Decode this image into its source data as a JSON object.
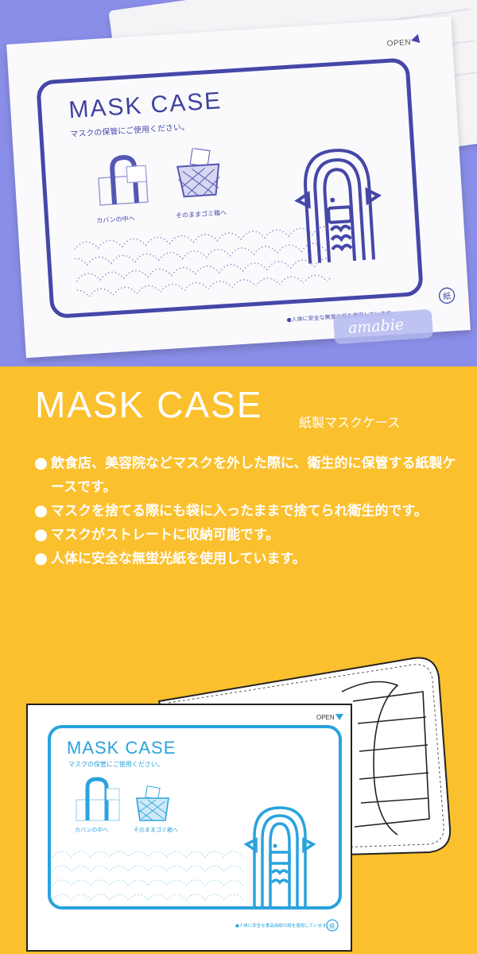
{
  "photo": {
    "envelope_title": "MASK CASE",
    "envelope_subtitle": "マスクの保管にご使用ください。",
    "caption_bag": "カバンの中へ",
    "caption_trash": "そのままゴミ箱へ",
    "open_label": "OPEN",
    "notice": "●人体に安全な無蛍光紙を使用しています。",
    "recycle_mark": "紙",
    "badge_text": "amabie",
    "colors": {
      "background": "#8a8ee8",
      "print": "#4547a8"
    }
  },
  "heading": "MASK CASE",
  "subheading": "紙製マスクケース",
  "bullets": [
    "飲食店、美容院などマスクを外した際に、衛生的に保管する紙製ケースです。",
    "マスクを捨てる際にも袋に入ったままで捨てられ衛生的です。",
    "マスクがストレートに収納可能です。",
    "人体に安全な無蛍光紙を使用しています。"
  ],
  "illustration": {
    "envelope_title": "MASK CASE",
    "envelope_subtitle": "マスクの保管にご使用ください。",
    "caption_bag": "カバンの中へ",
    "caption_trash": "そのままゴミ箱へ",
    "open_label": "OPEN",
    "notice": "●人体に安全な食品用紙の紙を使用しています。",
    "recycle_mark": "紙",
    "colors": {
      "print": "#29a3dd",
      "outline": "#222222"
    }
  },
  "colors": {
    "accent_background": "#fbc02d",
    "text": "#ffffff"
  }
}
